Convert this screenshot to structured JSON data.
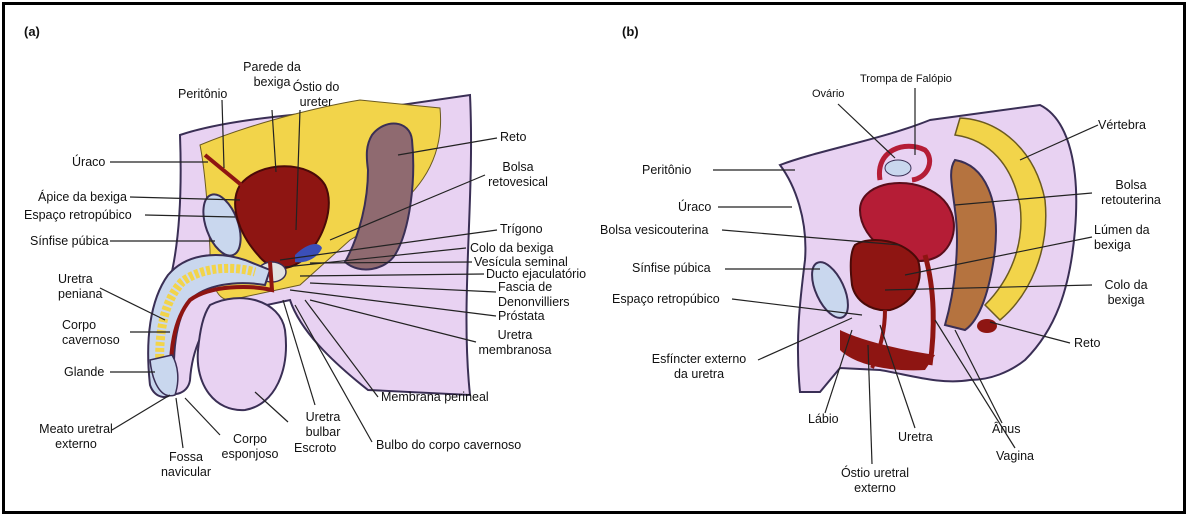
{
  "panels": {
    "a": "(a)",
    "b": "(b)"
  },
  "male_labels": {
    "peritonio": "Peritônio",
    "parede_bexiga": "Parede da\nbexiga",
    "ostio_ureter": "Óstio do\nureter",
    "reto": "Reto",
    "uraco": "Úraco",
    "bolsa_retovesical": "Bolsa\nretovesical",
    "apice_bexiga": "Ápice da bexiga",
    "espaco_retropubico": "Espaço retropúbico",
    "trigono": "Trígono",
    "sinfise_pubica": "Sínfise púbica",
    "colo_bexiga": "Colo da bexiga",
    "vesicula_seminal": "Vesícula seminal",
    "ducto_ejaculatorio": "Ducto ejaculatório",
    "fascia_denonvilliers": "Fascia de\nDenonvilliers",
    "uretra_peniana": "Uretra\npeniana",
    "prostata": "Próstata",
    "corpo_cavernoso": "Corpo\ncavernoso",
    "uretra_membranosa": "Uretra\nmembranosa",
    "glande": "Glande",
    "membrana_perineal": "Membrana perineal",
    "meato_uretral": "Meato uretral\nexterno",
    "uretra_bulbar": "Uretra\nbulbar",
    "corpo_esponjoso": "Corpo\nesponjoso",
    "bulbo_corpo_cavernoso": "Bulbo do corpo cavernoso",
    "fossa_navicular": "Fossa\nnavicular",
    "escroto": "Escroto"
  },
  "female_labels": {
    "trompa_falopio": "Trompa de Falópio",
    "ovario": "Ovário",
    "vertebra": "Vértebra",
    "peritonio": "Peritônio",
    "bolsa_retouterina": "Bolsa\nretouterina",
    "uraco": "Úraco",
    "bolsa_vesicouterina": "Bolsa vesicouterina",
    "lumen_bexiga": "Lúmen da\nbexiga",
    "sinfise_pubica": "Sínfise púbica",
    "colo_bexiga": "Colo da\nbexiga",
    "espaco_retropubico": "Espaço retropúbico",
    "reto": "Reto",
    "esfincter": "Esfíncter externo\nda uretra",
    "labio": "Lábio",
    "anus": "Ânus",
    "uretra": "Uretra",
    "vagina": "Vagina",
    "ostio_uretral": "Óstio uretral\nexterno"
  },
  "colors": {
    "skin": "#e8d2f2",
    "skin_outline": "#3a2f55",
    "fat": "#f2d44a",
    "bladder": "#8e1512",
    "rectum": "#8f6a70",
    "rectum_f": "#b5733f",
    "bone": "#c9d7ee",
    "prostate": "#e1e1e1",
    "vessel": "#3b4fb8",
    "uterus": "#b51d36"
  }
}
